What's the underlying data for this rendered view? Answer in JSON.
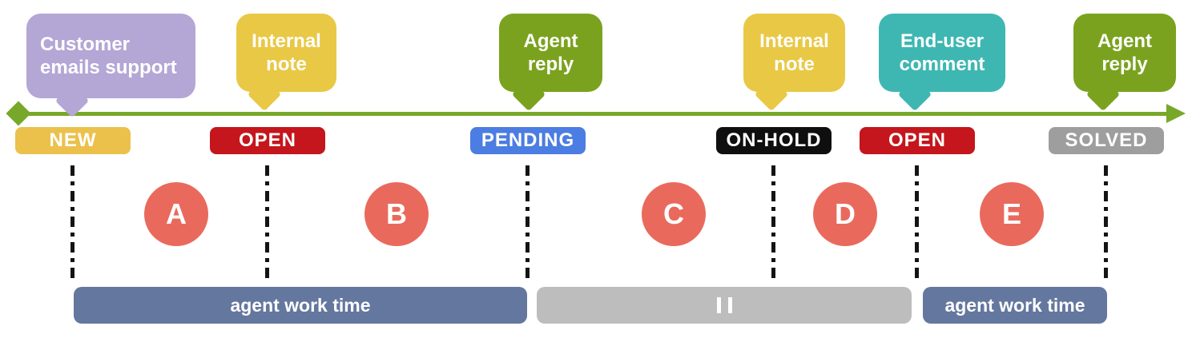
{
  "timeline_color": "#78a82a",
  "marker_color": "#e96a5c",
  "guide_line_color": "#141414",
  "bubbles": [
    {
      "label": "Customer\nemails support",
      "color": "#b4a6d5"
    },
    {
      "label": "Internal\nnote",
      "color": "#e9c845"
    },
    {
      "label": "Agent\nreply",
      "color": "#7ba21f"
    },
    {
      "label": "Internal\nnote",
      "color": "#e9c845"
    },
    {
      "label": "End-user\ncomment",
      "color": "#3eb7b2"
    },
    {
      "label": "Agent\nreply",
      "color": "#7ba21f"
    }
  ],
  "statuses": [
    {
      "label": "NEW",
      "color": "#ebc14c"
    },
    {
      "label": "OPEN",
      "color": "#c4161c"
    },
    {
      "label": "PENDING",
      "color": "#4b7de2"
    },
    {
      "label": "ON-HOLD",
      "color": "#0f0f0f"
    },
    {
      "label": "OPEN",
      "color": "#c4161c"
    },
    {
      "label": "SOLVED",
      "color": "#9e9e9e"
    }
  ],
  "interval_markers": [
    {
      "label": "A"
    },
    {
      "label": "B"
    },
    {
      "label": "C"
    },
    {
      "label": "D"
    },
    {
      "label": "E"
    }
  ],
  "bars": [
    {
      "label": "agent work time",
      "color": "#64779e",
      "icon": ""
    },
    {
      "label": "",
      "color": "#bdbdbd",
      "icon": "pause-icon"
    },
    {
      "label": "agent work time",
      "color": "#64779e",
      "icon": ""
    }
  ]
}
